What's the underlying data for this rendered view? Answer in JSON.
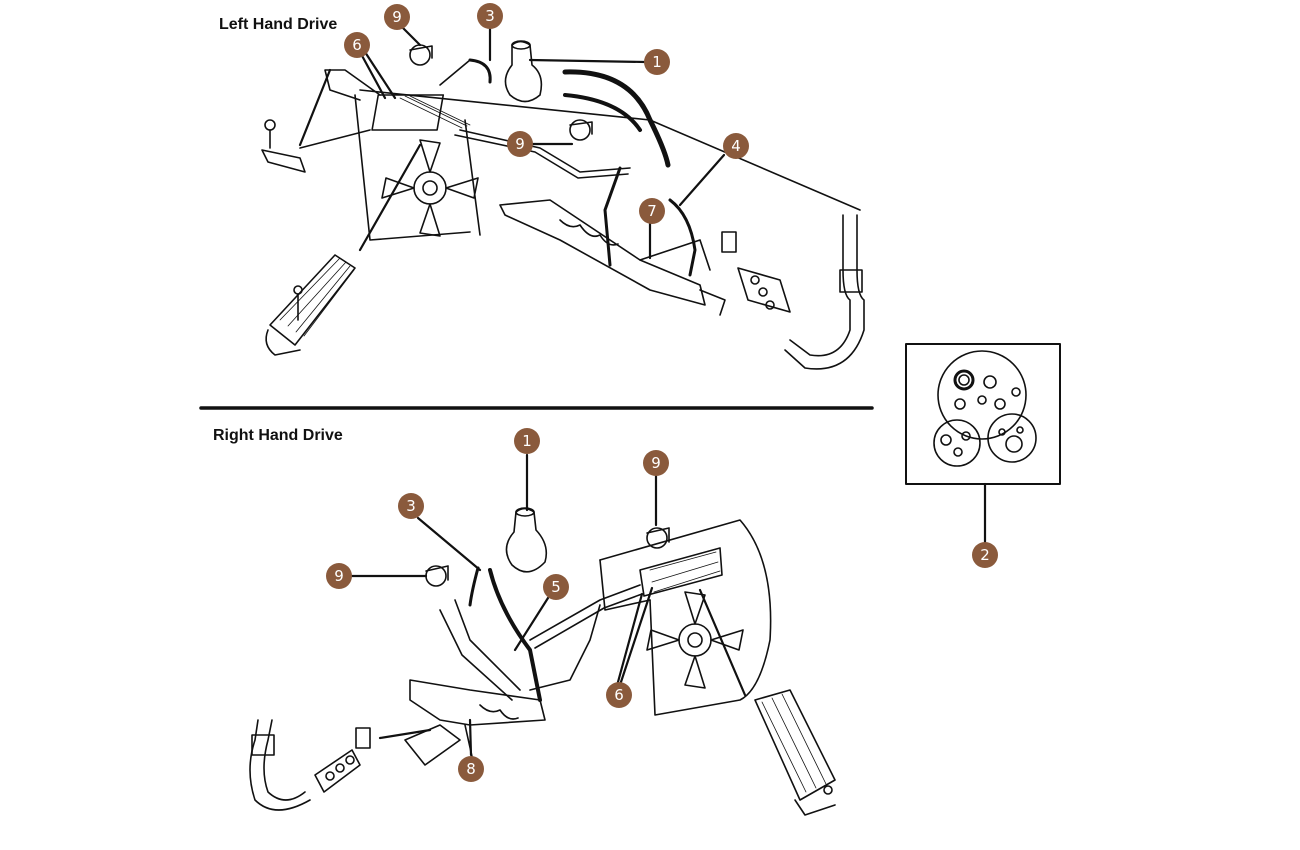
{
  "sections": {
    "lhd_title": "Left Hand Drive",
    "rhd_title": "Right Hand Drive"
  },
  "callouts": {
    "lhd": [
      "1",
      "3",
      "9",
      "6",
      "9",
      "4",
      "7"
    ],
    "rhd": [
      "1",
      "3",
      "9",
      "9",
      "5",
      "6",
      "8"
    ],
    "kit": [
      "2"
    ]
  },
  "colors": {
    "callout_fill": "#8a5a3c",
    "line": "#111111"
  }
}
